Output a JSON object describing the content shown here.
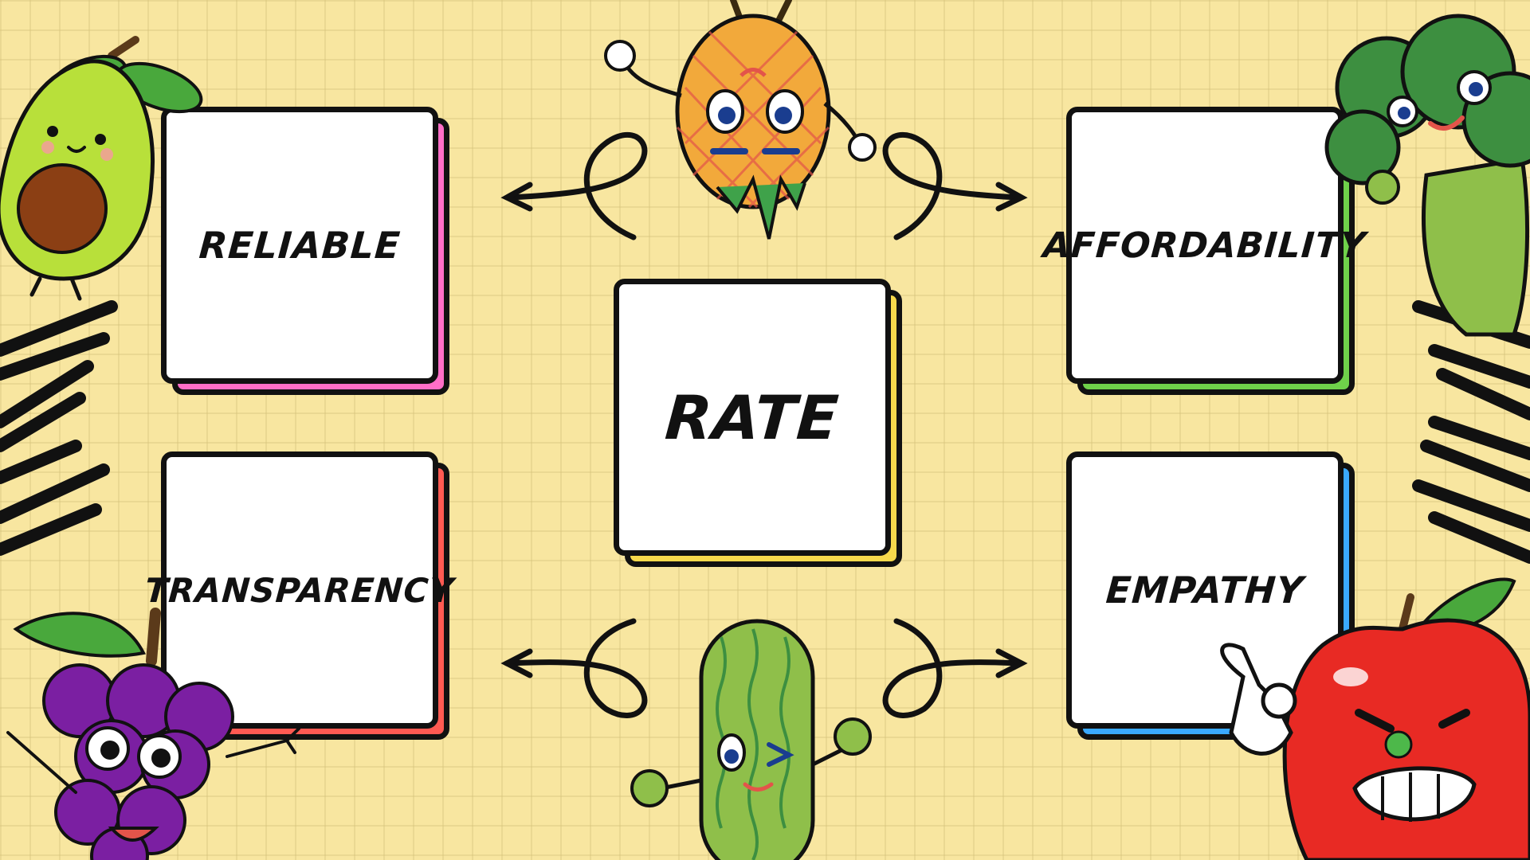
{
  "diagram": {
    "center": {
      "label": "RATE",
      "accent": "#f7d94c"
    },
    "nodes": [
      {
        "id": "reliable",
        "label": "RELIABLE",
        "accent": "#ff6ec7"
      },
      {
        "id": "affordability",
        "label": "AFFORDABILITY",
        "accent": "#6fd14a"
      },
      {
        "id": "transparency",
        "label": "TRANSPARENCY",
        "accent": "#ff5a52"
      },
      {
        "id": "empathy",
        "label": "EMPATHY",
        "accent": "#3aa9ff"
      }
    ],
    "mascots": [
      "avocado",
      "pineapple",
      "broccoli",
      "grapes",
      "cucumber",
      "apple"
    ]
  }
}
